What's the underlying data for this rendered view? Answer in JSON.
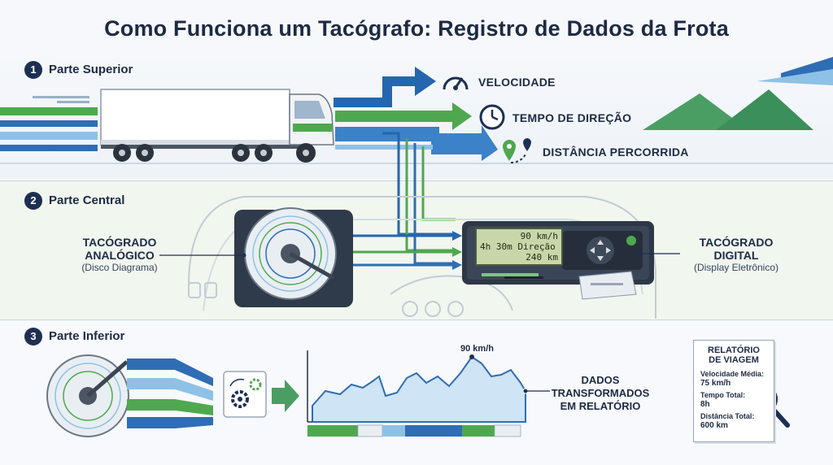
{
  "title": "Como Funciona um Tacógrafo: Registro de Dados da Frota",
  "sections": [
    {
      "number": "1",
      "label": "Parte Superior"
    },
    {
      "number": "2",
      "label": "Parte Central"
    },
    {
      "number": "3",
      "label": "Parte Inferior"
    }
  ],
  "outputs": [
    {
      "label": "VELOCIDADE",
      "icon": "speedometer-icon"
    },
    {
      "label": "TEMPO DE DIREÇÃO",
      "icon": "clock-icon"
    },
    {
      "label": "DISTÂNCIA PERCORRIDA",
      "icon": "route-pin-icon"
    }
  ],
  "analog": {
    "title_line1": "TACÓGRADO",
    "title_line2": "ANALÓGICO",
    "subtitle": "(Disco Diagrama)"
  },
  "digital": {
    "title_line1": "TACÓGRADO",
    "title_line2": "DIGITAL",
    "subtitle": "(Display Eletrônico)",
    "screen_line1": "90 km/h",
    "screen_line2": "4h 30m Direção",
    "screen_line3": "240 km"
  },
  "chart": {
    "peak_label": "90 km/h"
  },
  "data_label": {
    "line1": "DADOS",
    "line2": "TRANSFORMADOS",
    "line3": "EM RELATÓRIO"
  },
  "report": {
    "title_line1": "RELATÓRIO",
    "title_line2": "DE VIAGEM",
    "rows": [
      {
        "key": "Velocidade Média:",
        "value": "75 km/h"
      },
      {
        "key": "Tempo Total:",
        "value": "8h"
      },
      {
        "key": "Distância Total:",
        "value": "600 km"
      }
    ]
  },
  "colors": {
    "navy": "#1d2f52",
    "blue": "#2f6db5",
    "green": "#4fa84f",
    "lightblue": "#8fc1e6"
  }
}
